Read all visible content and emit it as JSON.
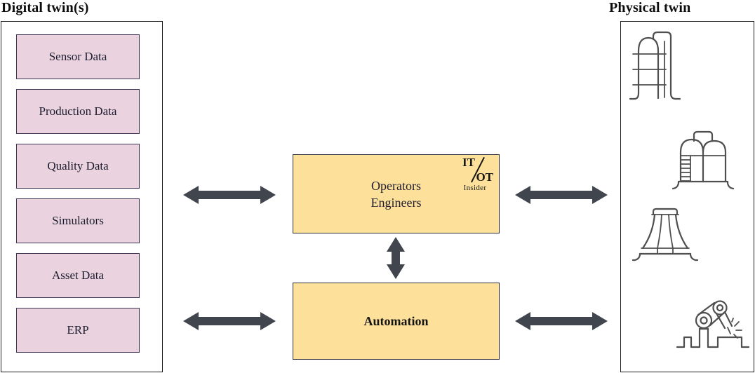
{
  "digital_twin": {
    "title": "Digital twin(s)",
    "boxes": [
      {
        "label": "Sensor Data"
      },
      {
        "label": "Production Data"
      },
      {
        "label": "Quality Data"
      },
      {
        "label": "Simulators"
      },
      {
        "label": "Asset Data"
      },
      {
        "label": "ERP"
      }
    ]
  },
  "middle": {
    "operators_box": {
      "line1": "Operators",
      "line2": "Engineers"
    },
    "automation_box": {
      "label": "Automation"
    },
    "logo": {
      "top": "IT",
      "bottom": "OT",
      "caption": "Insider"
    }
  },
  "physical_twin": {
    "title": "Physical twin",
    "sketches": [
      {
        "name": "distillation-column"
      },
      {
        "name": "storage-tanks"
      },
      {
        "name": "cooling-tower"
      },
      {
        "name": "welding-robot"
      }
    ]
  },
  "arrows": [
    {
      "name": "arrow-digital-operators",
      "direction": "horizontal-double"
    },
    {
      "name": "arrow-operators-physical",
      "direction": "horizontal-double"
    },
    {
      "name": "arrow-digital-automation",
      "direction": "horizontal-double"
    },
    {
      "name": "arrow-automation-physical",
      "direction": "horizontal-double"
    },
    {
      "name": "arrow-operators-automation",
      "direction": "vertical-double"
    }
  ],
  "colors": {
    "digital_box_fill": "#ead3de",
    "digital_box_border": "#3b3456",
    "middle_box_fill": "#fde099",
    "middle_box_border": "#2e3040",
    "panel_border": "#1d1d1d",
    "arrow": "#40454e",
    "sketch_stroke": "#4f4f4f"
  }
}
